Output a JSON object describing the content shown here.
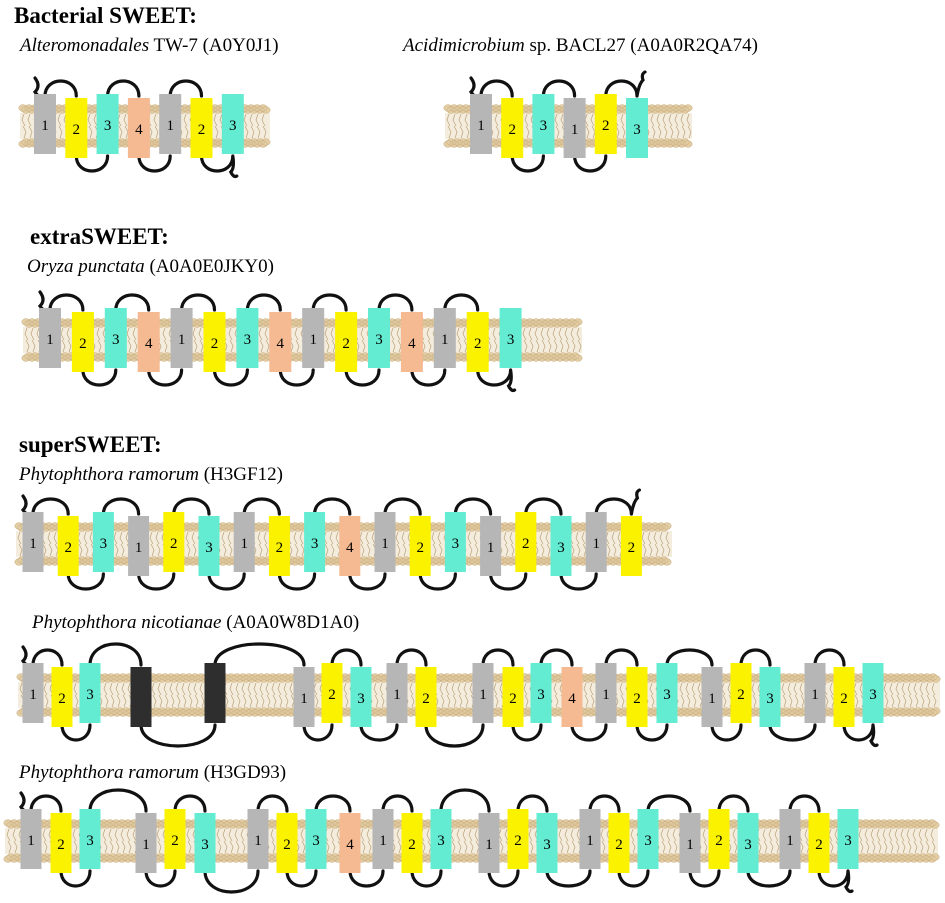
{
  "colors": {
    "helix_1": "#b6b6b6",
    "helix_2": "#fbf200",
    "helix_3": "#64ecd2",
    "helix_4": "#f5ba92",
    "helix_extra": "#2e2e2e",
    "membrane": "#e3cda4",
    "membrane_edge": "#c9ad7e",
    "loop": "#111111"
  },
  "sections": {
    "bacterial": {
      "heading": "Bacterial SWEET:"
    },
    "extra": {
      "heading": "extraSWEET:"
    },
    "super": {
      "heading": "superSWEET:"
    }
  },
  "proteins": [
    {
      "id": "alteromonadales",
      "genus": "Alteromonadales",
      "rest": " TW-7 (A0Y0J1)",
      "helices": [
        "1",
        "2",
        "3",
        "4",
        "1",
        "2",
        "3"
      ]
    },
    {
      "id": "acidimicrobium",
      "genus": "Acidimicrobium",
      "rest": " sp. BACL27 (A0A0R2QA74)",
      "helices": [
        "1",
        "2",
        "3",
        "1",
        "2",
        "3"
      ]
    },
    {
      "id": "oryza",
      "genus": "Oryza punctata",
      "rest": " (A0A0E0JKY0)",
      "helices": [
        "1",
        "2",
        "3",
        "4",
        "1",
        "2",
        "3",
        "4",
        "1",
        "2",
        "3",
        "4",
        "1",
        "2",
        "3"
      ]
    },
    {
      "id": "ramorum1",
      "genus": "Phytophthora ramorum",
      "rest": " (H3GF12)",
      "helices": [
        "1",
        "2",
        "3",
        "1",
        "2",
        "3",
        "1",
        "2",
        "3",
        "4",
        "1",
        "2",
        "3",
        "1",
        "2",
        "3",
        "1",
        "2"
      ]
    },
    {
      "id": "nicotianae",
      "genus": "Phytophthora nicotianae",
      "rest": " (A0A0W8D1A0)",
      "helices": [
        "1",
        "2",
        "3",
        "X",
        "X",
        "1",
        "2",
        "3",
        "1",
        "2",
        "1",
        "2",
        "3",
        "4",
        "1",
        "2",
        "3",
        "1",
        "2",
        "3",
        "1",
        "2",
        "3"
      ]
    },
    {
      "id": "ramorum2",
      "genus": "Phytophthora ramorum",
      "rest": " (H3GD93)",
      "helices": [
        "1",
        "2",
        "3",
        "1",
        "2",
        "3",
        "1",
        "2",
        "3",
        "4",
        "1",
        "2",
        "3",
        "1",
        "2",
        "3",
        "1",
        "2",
        "3",
        "1",
        "2",
        "3",
        "1",
        "2",
        "3"
      ]
    }
  ]
}
